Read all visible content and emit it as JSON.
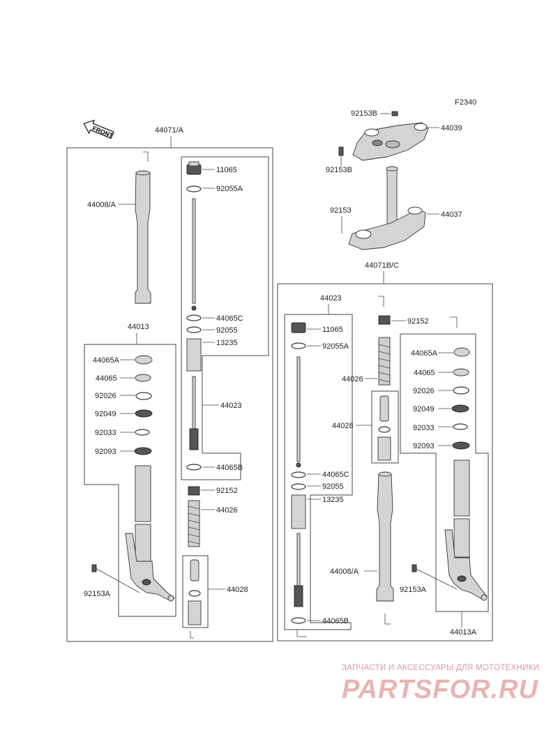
{
  "figure_code": "F2340",
  "front_label": "FRONT",
  "assembly_labels": {
    "left": "44071/A",
    "right": "44071B/C",
    "damper_left": "44023",
    "damper_right": "44023",
    "lower_left": "44013",
    "lower_right": "44013A"
  },
  "left": {
    "p11065": "11065",
    "p92055A": "92055A",
    "p44008A": "44008/A",
    "p44065C": "44065C",
    "p92055": "92055",
    "p13235": "13235",
    "p44023": "44023",
    "p44065B": "44065B",
    "p92152": "92152",
    "p44026": "44026",
    "p44028": "44028",
    "p44065A": "44065A",
    "p44065": "44065",
    "p92026": "92026",
    "p92049": "92049",
    "p92033": "92033",
    "p92093": "92093",
    "p92153A": "92153A"
  },
  "top": {
    "p92153B_a": "92153B",
    "p44039": "44039",
    "p92153B_b": "92153B",
    "p92153": "92153",
    "p44037": "44037"
  },
  "right": {
    "p11065": "11065",
    "p92055A": "92055A",
    "p92152": "92152",
    "p44026": "44026",
    "p44065A": "44065A",
    "p44065": "44065",
    "p92026": "92026",
    "p92049": "92049",
    "p44028": "44028",
    "p92033": "92033",
    "p92093": "92093",
    "p44065C": "44065C",
    "p92055": "92055",
    "p13235": "13235",
    "p44008A": "44008/A",
    "p92153A": "92153A",
    "p44065B": "44065B"
  },
  "watermark": {
    "tagline": "ЗАПЧАСТИ И АКСЕССУАРЫ ДЛЯ МОТОТЕХНИКИ",
    "logo": "PARTSFOR.RU"
  }
}
